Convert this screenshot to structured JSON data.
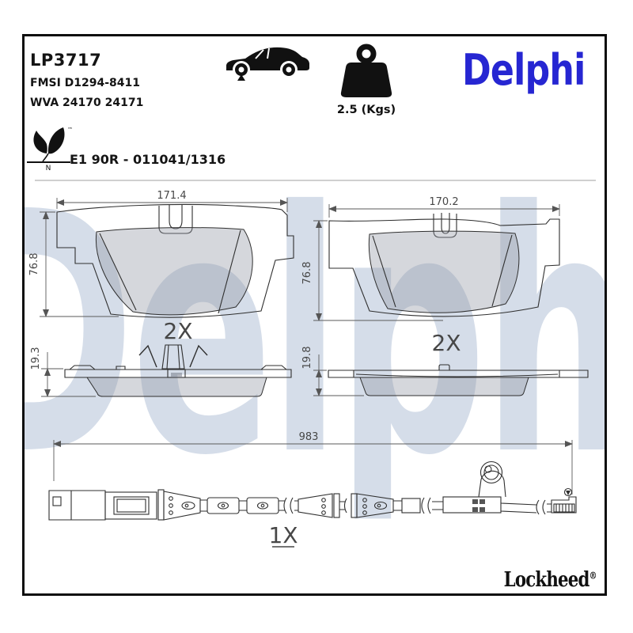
{
  "meta": {
    "brand": "Delphi",
    "watermark": "Delphi",
    "colors": {
      "brand_blue": "#2626d2",
      "watermark_blue": "#d5dde9"
    }
  },
  "header": {
    "part_number": "LP3717",
    "fmsi": "FMSI D1294-8411",
    "wva": "WVA 24170 24171",
    "weight": "2.5 (Kgs)",
    "eco_mark_tm": "™",
    "eco_mark_n": "N",
    "homologation": "E1 90R - 011041/1316"
  },
  "drawing": {
    "pad_left": {
      "width_mm": "171.4",
      "height_mm": "76.8",
      "thickness_mm": "19.3",
      "quantity": "2X"
    },
    "pad_right": {
      "width_mm": "170.2",
      "height_mm": "76.8",
      "thickness_mm": "19.8",
      "quantity": "2X"
    },
    "wear_sensor": {
      "length_mm": "983",
      "quantity": "1X"
    }
  },
  "footer": {
    "lockheed_brand": "Lockheed",
    "registered_mark": "®"
  }
}
